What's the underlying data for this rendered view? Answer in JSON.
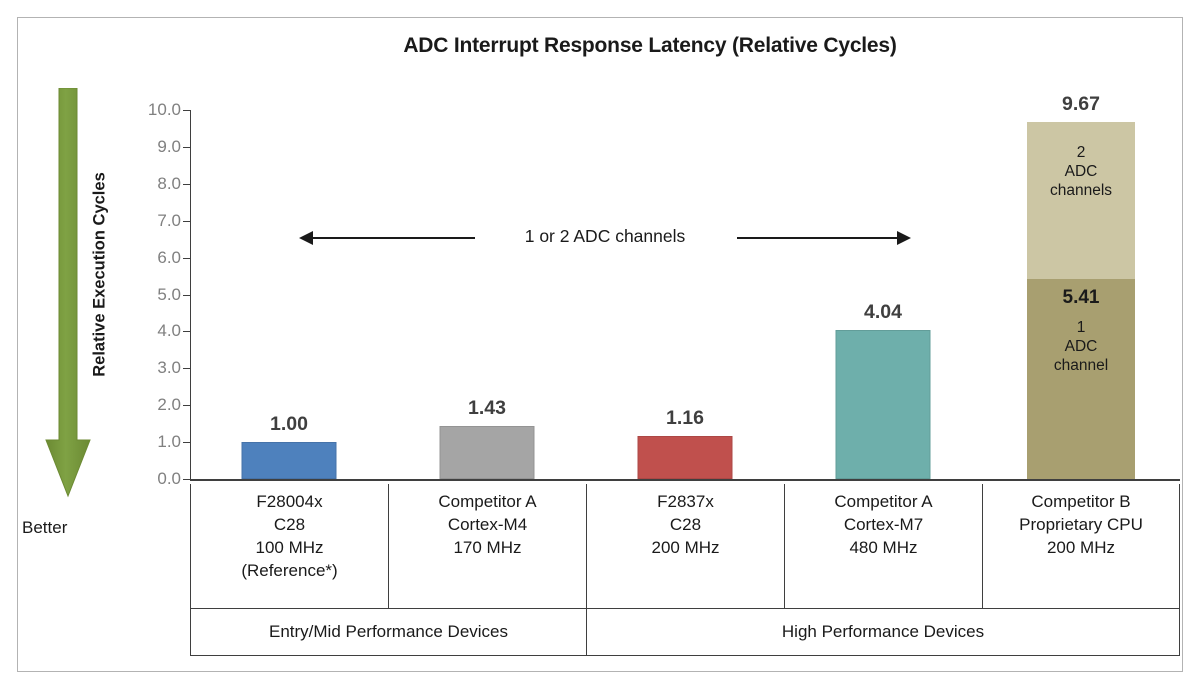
{
  "chart_data": {
    "type": "bar",
    "title": "ADC Interrupt Response Latency (Relative Cycles)",
    "xlabel": "",
    "ylabel": "Relative Execution Cycles",
    "ylim": [
      0,
      10
    ],
    "ytick_labels": [
      "10.0",
      "9.0",
      "8.0",
      "7.0",
      "6.0",
      "5.0",
      "4.0",
      "3.0",
      "2.0",
      "1.0",
      "0.0"
    ],
    "ytick_values": [
      10,
      9,
      8,
      7,
      6,
      5,
      4,
      3,
      2,
      1,
      0
    ],
    "grid": false,
    "legend": "none",
    "categories": [
      "F28004x C28 100 MHz (Reference*)",
      "Competitor A Cortex-M4 170 MHz",
      "F2837x C28 200 MHz",
      "Competitor A Cortex-M7 480 MHz",
      "Competitor B Proprietary CPU 200 MHz"
    ],
    "values": [
      1.0,
      1.43,
      1.16,
      4.04,
      9.67
    ],
    "bar_labels": [
      "1.00",
      "1.43",
      "1.16",
      "4.04",
      "9.67"
    ],
    "bars": [
      {
        "value": 1.0,
        "label": "1.00",
        "color": "#4E81BD",
        "stacked": false
      },
      {
        "value": 1.43,
        "label": "1.43",
        "color": "#A5A5A5",
        "stacked": false
      },
      {
        "value": 1.16,
        "label": "1.16",
        "color": "#C0504D",
        "stacked": false
      },
      {
        "value": 4.04,
        "label": "4.04",
        "color": "#6EAFAB",
        "stacked": false
      },
      {
        "value": 9.67,
        "label": "9.67",
        "stacked": true,
        "segments": [
          {
            "name": "1 ADC channel",
            "value": 5.41,
            "value_label": "5.41",
            "label_line1": "1",
            "label_line2": "ADC",
            "label_line3": "channel",
            "color": "#A89F70"
          },
          {
            "name": "2 ADC channels",
            "value": 4.26,
            "value_label": "",
            "label_line1": "2",
            "label_line2": "ADC",
            "label_line3": "channels",
            "color": "#CCC6A4"
          }
        ]
      }
    ],
    "annotations": [
      {
        "name": "adc-channels-range",
        "text": "1 or 2 ADC channels",
        "arrow": "double-headed-horizontal"
      },
      {
        "name": "better-direction",
        "text": "Better",
        "arrow": "down",
        "color": "#7A9A3C"
      }
    ],
    "groups": [
      {
        "label": "Entry/Mid Performance Devices",
        "span": 2
      },
      {
        "label": "High Performance Devices",
        "span": 3
      }
    ]
  },
  "category_rows": [
    {
      "line1": "F28004x",
      "line2": "C28",
      "line3": "100 MHz",
      "line4": "(Reference*)"
    },
    {
      "line1": "Competitor A",
      "line2": "Cortex-M4",
      "line3": "170 MHz",
      "line4": ""
    },
    {
      "line1": "F2837x",
      "line2": "C28",
      "line3": "200 MHz",
      "line4": ""
    },
    {
      "line1": "Competitor A",
      "line2": "Cortex-M7",
      "line3": "480 MHz",
      "line4": ""
    },
    {
      "line1": "Competitor B",
      "line2": "Proprietary CPU",
      "line3": "200 MHz",
      "line4": ""
    }
  ],
  "colors": {
    "bar_blue": "#4E81BD",
    "bar_gray": "#A5A5A5",
    "bar_red": "#C0504D",
    "bar_teal": "#6EAFAB",
    "bar_khaki_light": "#CCC6A4",
    "bar_khaki_dark": "#A89F70",
    "arrow_green": "#7A9A3C",
    "axis": "#3F3F3F",
    "tick_text": "#808080"
  }
}
